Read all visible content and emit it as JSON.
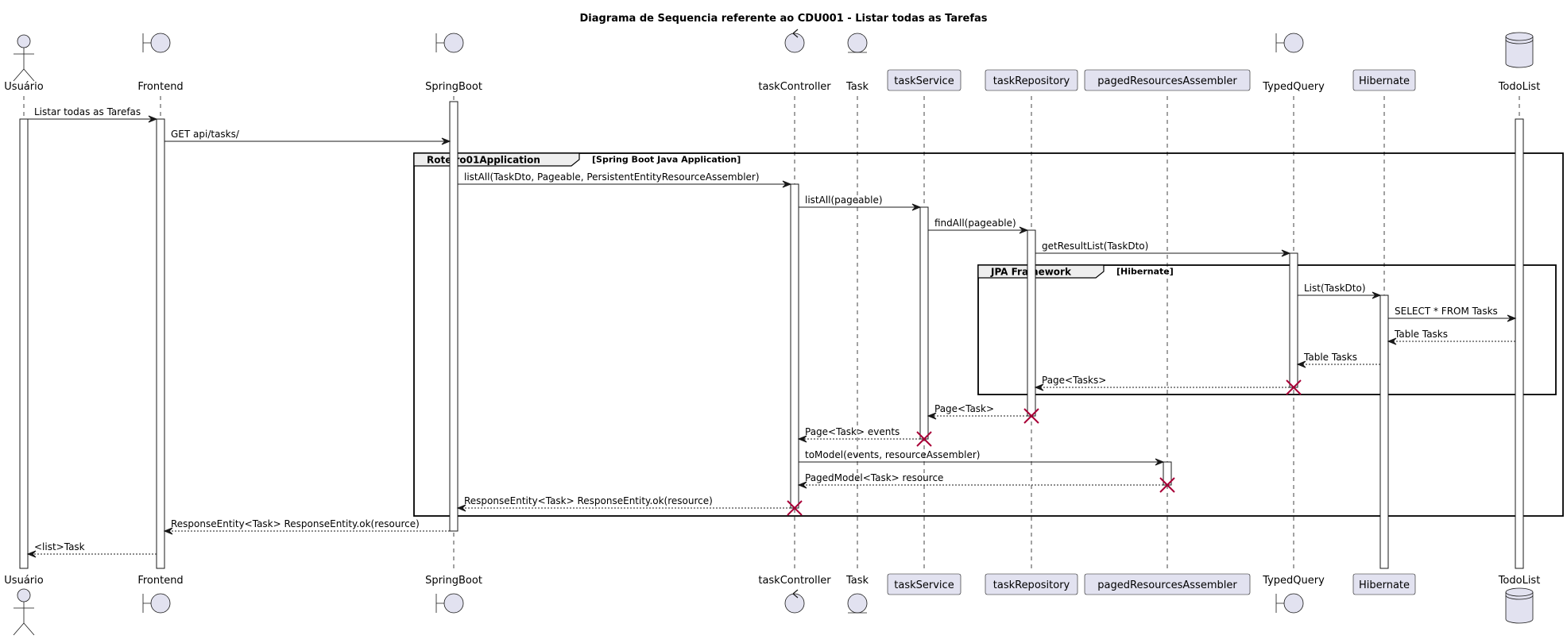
{
  "title": "Diagrama de Sequencia referente ao CDU001 - Listar todas as Tarefas",
  "colors": {
    "participant_fill": "#E2E2F0",
    "participant_stroke": "#181818",
    "lifeline": "#181818",
    "destroy": "#A80036",
    "frame_header": "#EEEEEE"
  },
  "participants": [
    {
      "id": "usuario",
      "name": "Usuário",
      "shape": "actor"
    },
    {
      "id": "frontend",
      "name": "Frontend",
      "shape": "boundary"
    },
    {
      "id": "springboot",
      "name": "SpringBoot",
      "shape": "boundary"
    },
    {
      "id": "taskcontroller",
      "name": "taskController",
      "shape": "control"
    },
    {
      "id": "task",
      "name": "Task",
      "shape": "entity"
    },
    {
      "id": "taskservice",
      "name": "taskService",
      "shape": "box"
    },
    {
      "id": "taskrepository",
      "name": "taskRepository",
      "shape": "box"
    },
    {
      "id": "pagedresourcesassembler",
      "name": "pagedResourcesAssembler",
      "shape": "box"
    },
    {
      "id": "typedquery",
      "name": "TypedQuery",
      "shape": "boundary"
    },
    {
      "id": "hibernate",
      "name": "Hibernate",
      "shape": "box"
    },
    {
      "id": "todolist",
      "name": "TodoList",
      "shape": "database"
    }
  ],
  "frames": [
    {
      "title": "Roteiro01Application",
      "condition": "[Spring Boot Java Application]"
    },
    {
      "title": "JPA Framework",
      "condition": "[Hibernate]"
    }
  ],
  "messages": [
    {
      "from": "usuario",
      "to": "frontend",
      "label": "Listar todas as Tarefas",
      "style": "solid"
    },
    {
      "from": "frontend",
      "to": "springboot",
      "label": "GET api/tasks/",
      "style": "solid"
    },
    {
      "from": "springboot",
      "to": "taskcontroller",
      "label": "listAll(TaskDto, Pageable, PersistentEntityResourceAssembler)",
      "style": "solid"
    },
    {
      "from": "taskcontroller",
      "to": "taskservice",
      "label": "listAll(pageable)",
      "style": "solid"
    },
    {
      "from": "taskservice",
      "to": "taskrepository",
      "label": "findAll(pageable)",
      "style": "solid"
    },
    {
      "from": "taskrepository",
      "to": "typedquery",
      "label": "getResultList(TaskDto)",
      "style": "solid"
    },
    {
      "from": "typedquery",
      "to": "hibernate",
      "label": "List(TaskDto)",
      "style": "solid"
    },
    {
      "from": "hibernate",
      "to": "todolist",
      "label": "SELECT * FROM Tasks",
      "style": "solid"
    },
    {
      "from": "todolist",
      "to": "hibernate",
      "label": "Table Tasks",
      "style": "dashed"
    },
    {
      "from": "hibernate",
      "to": "typedquery",
      "label": "Table Tasks",
      "style": "dashed"
    },
    {
      "from": "typedquery",
      "to": "taskrepository",
      "label": "Page<Tasks>",
      "style": "dashed"
    },
    {
      "from": "taskrepository",
      "to": "taskservice",
      "label": "Page<Task>",
      "style": "dashed"
    },
    {
      "from": "taskservice",
      "to": "taskcontroller",
      "label": "Page<Task> events",
      "style": "dashed"
    },
    {
      "from": "taskcontroller",
      "to": "pagedresourcesassembler",
      "label": "toModel(events, resourceAssembler)",
      "style": "solid"
    },
    {
      "from": "pagedresourcesassembler",
      "to": "taskcontroller",
      "label": "PagedModel<Task> resource",
      "style": "dashed"
    },
    {
      "from": "taskcontroller",
      "to": "springboot",
      "label": "ResponseEntity<Task> ResponseEntity.ok(resource)",
      "style": "dashed"
    },
    {
      "from": "springboot",
      "to": "frontend",
      "label": "ResponseEntity<Task> ResponseEntity.ok(resource)",
      "style": "dashed"
    },
    {
      "from": "frontend",
      "to": "usuario",
      "label": "<list>Task",
      "style": "dashed"
    }
  ]
}
